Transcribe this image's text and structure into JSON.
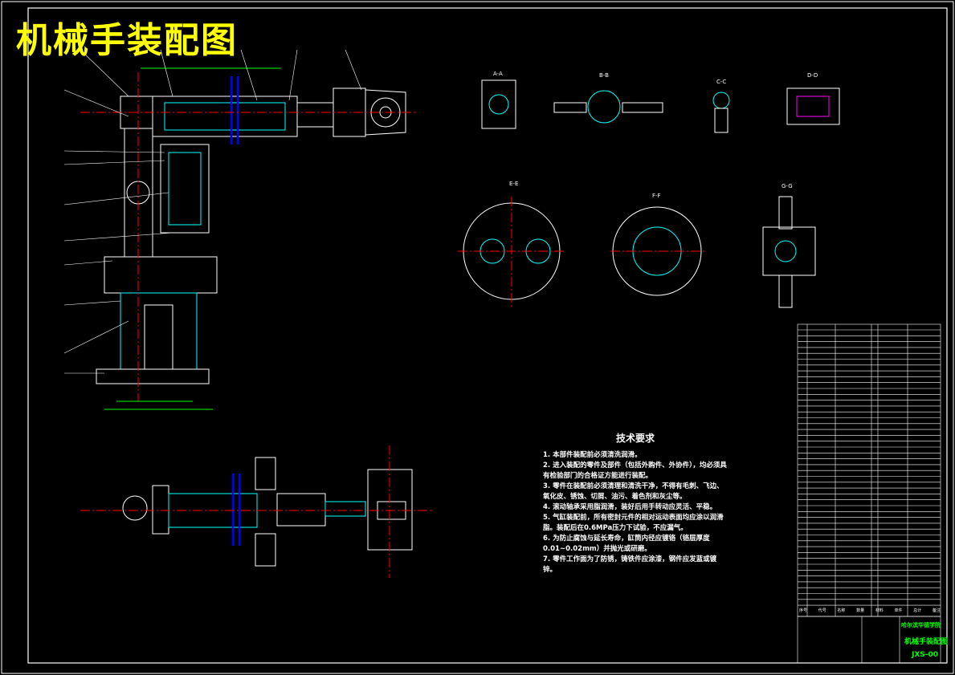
{
  "title": "机械手装配图",
  "colors": {
    "background": "#000000",
    "outline": "#ffffff",
    "hatch": "#00ffff",
    "centerline": "#ff0000",
    "cylinder": "#0000ff",
    "dimension": "#00ff00",
    "title": "#ffff00",
    "spring": "#ff00ff"
  },
  "section_labels": [
    "A-A",
    "B-B",
    "C-C",
    "D-D",
    "E-E",
    "F-F",
    "G-G"
  ],
  "technical_requirements": {
    "heading": "技术要求",
    "items": [
      "1. 本部件装配前必须清洗润滑。",
      "2. 进入装配的零件及部件（包括外购件、外协件），均必须具有检验部门的合格证方能进行装配。",
      "3. 零件在装配前必须清理和清洗干净，不得有毛刺、飞边、氧化皮、锈蚀、切屑、油污、着色剂和灰尘等。",
      "4. 滚动轴承采用脂润滑，装好后用手转动应灵活、平稳。",
      "5. 气缸装配前，所有密封元件的相对运动表面均应涂以润滑脂。装配后在0.6MPa压力下试验，不应漏气。",
      "6. 为防止腐蚀与延长寿命，缸筒内径应镀铬（铬层厚度0.01~0.02mm）并抛光或研磨。",
      "7. 零件工作面为了防锈，铸铁件应涂漆，钢件应发蓝或镀锌。"
    ]
  },
  "title_block": {
    "school": "哈尔滨华德学院",
    "drawing_name": "机械手装配图",
    "drawing_number": "JXS-00",
    "header": [
      "序号",
      "代号",
      "名称",
      "数量",
      "材料",
      "单件",
      "总计",
      "备注"
    ]
  }
}
